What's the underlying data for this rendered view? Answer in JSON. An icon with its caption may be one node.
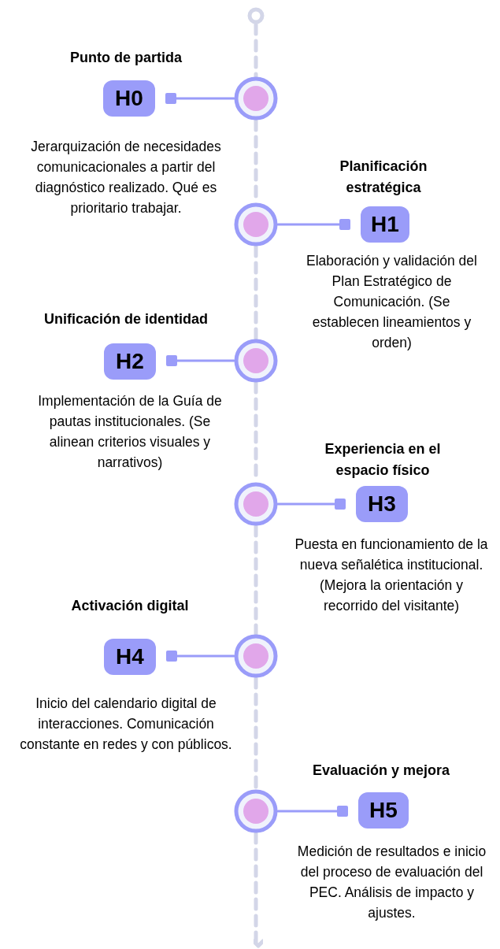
{
  "diagram": {
    "nodes": [
      {
        "text": [],
        "shape": "circle"
      },
      {
        "text": [],
        "shape": "circle"
      },
      {
        "text": [
          "H0"
        ],
        "beside": [
          "Punto de partida",
          "Jerarquización de necesidades comunicacionales a partir del diagnóstico realizado. Qué es prioritario trabajar."
        ]
      },
      {
        "text": [],
        "shape": "circle"
      },
      {
        "text": [
          "H1"
        ],
        "beside": [
          "Planificación estratégica",
          "Elaboración y validación del Plan Estratégico de Comunicación. (Se establecen lineamientos y orden)"
        ]
      },
      {
        "text": [],
        "shape": "circle"
      },
      {
        "text": [
          "H2"
        ],
        "beside": [
          "Unificación de identidad",
          "Implementación de la Guía de pautas institucionales. (Se alinean criterios visuales y narrativos)"
        ]
      },
      {
        "text": [],
        "shape": "circle"
      },
      {
        "text": [
          "H3"
        ],
        "beside": [
          "Experiencia en el espacio físico",
          "Puesta en funcionamiento de la nueva señalética institucional. (Mejora la orientación y recorrido del visitante)"
        ]
      },
      {
        "text": [],
        "shape": "circle"
      },
      {
        "text": [
          "H4"
        ],
        "beside": [
          "Activación digital",
          "Inicio del calendario digital de interacciones. Comunicación constante en redes y con públicos."
        ]
      },
      {
        "text": [],
        "shape": "circle"
      },
      {
        "text": [
          "H5"
        ],
        "beside": [
          "Evaluación y mejora",
          "Medición de resultados e inicio del proceso de evaluación del PEC. Análisis de impacto y ajustes."
        ]
      }
    ],
    "edges": [
      {
        "from": 0,
        "to": 1,
        "arrow": "none",
        "style": "dashed",
        "color": "#d3d6e8"
      },
      {
        "from": 1,
        "to": 2,
        "arrow": "other",
        "color": "#9a9cf9"
      },
      {
        "from": 1,
        "to": 3,
        "arrow": "none",
        "style": "dashed",
        "color": "#d3d6e8"
      },
      {
        "from": 3,
        "to": 4,
        "arrow": "other",
        "color": "#9a9cf9"
      },
      {
        "from": 3,
        "to": 5,
        "arrow": "none",
        "style": "dashed",
        "color": "#d3d6e8"
      },
      {
        "from": 5,
        "to": 6,
        "arrow": "other",
        "color": "#9a9cf9"
      },
      {
        "from": 5,
        "to": 7,
        "arrow": "none",
        "style": "dashed",
        "color": "#d3d6e8"
      },
      {
        "from": 7,
        "to": 8,
        "arrow": "other",
        "color": "#9a9cf9"
      },
      {
        "from": 7,
        "to": 9,
        "arrow": "none",
        "style": "dashed",
        "color": "#d3d6e8"
      },
      {
        "from": 9,
        "to": 10,
        "arrow": "other",
        "color": "#9a9cf9"
      },
      {
        "from": 9,
        "to": 11,
        "arrow": "none",
        "style": "dashed",
        "color": "#d3d6e8"
      },
      {
        "from": 11,
        "to": 12,
        "arrow": "other",
        "color": "#9a9cf9"
      },
      {
        "from": 11,
        "to": null,
        "arrow": "to",
        "style": "dashed",
        "color": "#d3d6e8"
      }
    ]
  }
}
